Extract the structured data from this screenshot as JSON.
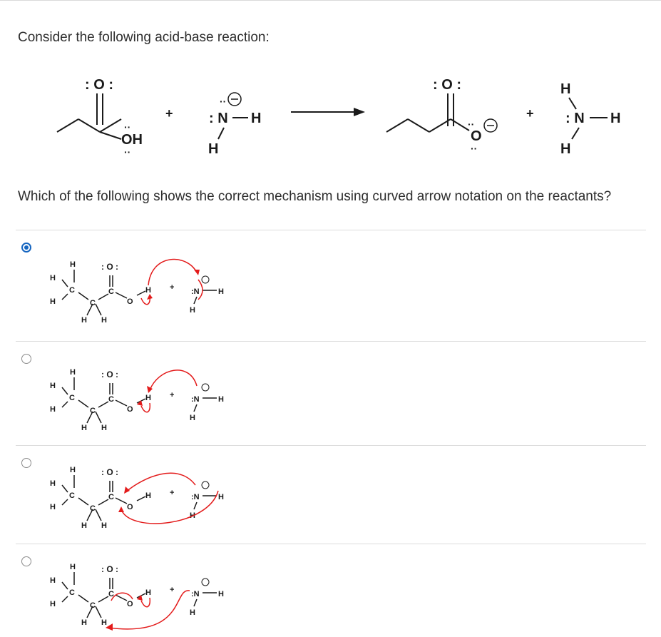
{
  "question": {
    "prompt": "Consider the following acid-base reaction:",
    "sub_prompt": "Which of the following shows the correct mechanism using curved arrow notation on the reactants?"
  },
  "reaction": {
    "reactant_carbonyl_o": ": O :",
    "reactant_oh": "OH",
    "plus1": "+",
    "amide_n": ": N",
    "amide_h": "H",
    "amide_h_bottom": "H",
    "charge": "⊖",
    "product_carbonyl_o": ": O :",
    "product_o": "O",
    "plus2": "+",
    "ammonia_n": ": N",
    "ammonia_h_top": "H",
    "ammonia_h_right": "H",
    "ammonia_h_bottom": "H"
  },
  "options": [
    {
      "id": "a",
      "selected": true
    },
    {
      "id": "b",
      "selected": false
    },
    {
      "id": "c",
      "selected": false
    },
    {
      "id": "d",
      "selected": false
    }
  ],
  "structure_labels": {
    "h": "H",
    "c": "C",
    "o": "O",
    "n": ":N",
    "co": ": O :",
    "plus": "+",
    "dots": "··",
    "charge": "⊖"
  },
  "colors": {
    "arrow_red": "#e31b1b",
    "radio_blue": "#1565c0",
    "text": "#2d2d2d"
  }
}
